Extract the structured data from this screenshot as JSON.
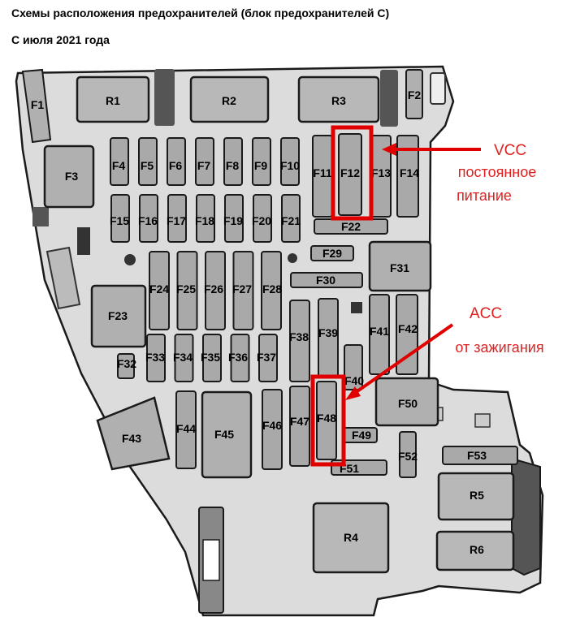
{
  "header": {
    "title": "Схемы расположения предохранителей (блок предохранителей C)",
    "subtitle": "С июля 2021 года"
  },
  "relays": {
    "r1": "R1",
    "r2": "R2",
    "r3": "R3",
    "r4": "R4",
    "r5": "R5",
    "r6": "R6"
  },
  "fuses": {
    "f1": "F1",
    "f2": "F2",
    "f3": "F3",
    "f4": "F4",
    "f5": "F5",
    "f6": "F6",
    "f7": "F7",
    "f8": "F8",
    "f9": "F9",
    "f10": "F10",
    "f11": "F11",
    "f12": "F12",
    "f13": "F13",
    "f14": "F14",
    "f15": "F15",
    "f16": "F16",
    "f17": "F17",
    "f18": "F18",
    "f19": "F19",
    "f20": "F20",
    "f21": "F21",
    "f22": "F22",
    "f23": "F23",
    "f24": "F24",
    "f25": "F25",
    "f26": "F26",
    "f27": "F27",
    "f28": "F28",
    "f29": "F29",
    "f30": "F30",
    "f31": "F31",
    "f32": "F32",
    "f33": "F33",
    "f34": "F34",
    "f35": "F35",
    "f36": "F36",
    "f37": "F37",
    "f38": "F38",
    "f39": "F39",
    "f40": "F40",
    "f41": "F41",
    "f42": "F42",
    "f43": "F43",
    "f44": "F44",
    "f45": "F45",
    "f46": "F46",
    "f47": "F47",
    "f48": "F48",
    "f49": "F49",
    "f50": "F50",
    "f51": "F51",
    "f52": "F52",
    "f53": "F53"
  },
  "annotations": {
    "vcc_line1": "VCC",
    "vcc_line2": "постоянное",
    "vcc_line3": "питание",
    "acc_line1": "ACC",
    "acc_line2": "от зажигания"
  },
  "colors": {
    "highlight": "#e00000",
    "annotation_text": "#e02020",
    "block_body": "#dcdcdc",
    "fuse_fill": "#a9a9a9"
  }
}
